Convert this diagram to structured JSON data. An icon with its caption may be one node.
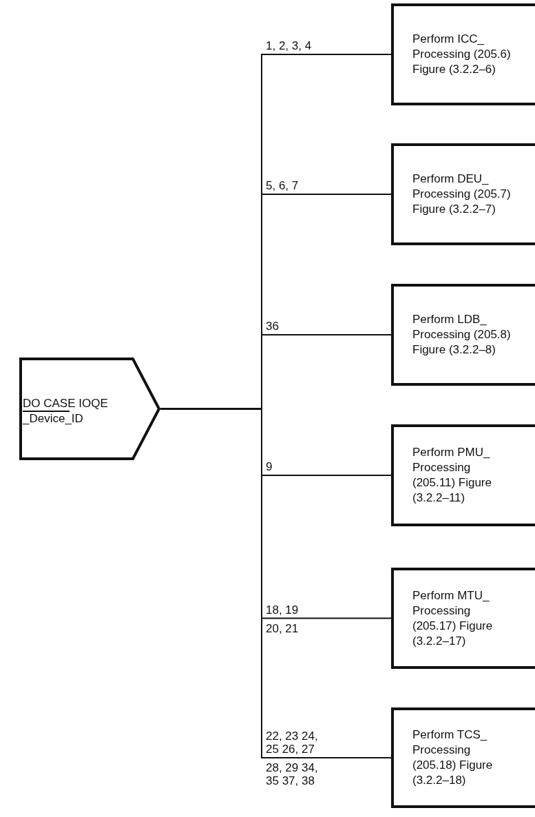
{
  "diagram": {
    "nodes": [
      {
        "text": [
          "DO CASE IOQE _Device_ID"
        ]
      },
      {
        "text": [
          "Perform ICC_ Processing (205.6) Figure (3.2.2–6)"
        ]
      },
      {
        "text": [
          "Perform DEU_ Processing (205.7) Figure (3.2.2–7)"
        ]
      },
      {
        "text": [
          "Perform LDB_ Processing (205.8) Figure (3.2.2–8)"
        ]
      },
      {
        "text": [
          "Perform PMU_ Processing (205.11) Figure (3.2.2–11)"
        ]
      },
      {
        "text": [
          "Perform MTU_ Processing (205.17) Figure (3.2.2–17)"
        ]
      },
      {
        "text": [
          "Perform TCS_ Processing (205.18) Figure (3.2.2–18)"
        ]
      }
    ],
    "edges": [
      {
        "from": 0,
        "to": 1,
        "arrow": "none",
        "label": "1, 2, 3, 4"
      },
      {
        "from": 0,
        "to": 2,
        "arrow": "none",
        "label": "5, 6, 7"
      },
      {
        "from": 0,
        "to": 3,
        "arrow": "none",
        "label": "36"
      },
      {
        "from": 0,
        "to": 4,
        "arrow": "none",
        "label": "9"
      },
      {
        "from": 0,
        "to": 5,
        "arrow": "none",
        "label": "18, 19"
      },
      {
        "from": 0,
        "to": 6,
        "arrow": "none",
        "label": "22, 23 24, 25 26, 27"
      }
    ],
    "labels": [
      "20, 21",
      "28, 29 34, 35 37, 38"
    ]
  }
}
